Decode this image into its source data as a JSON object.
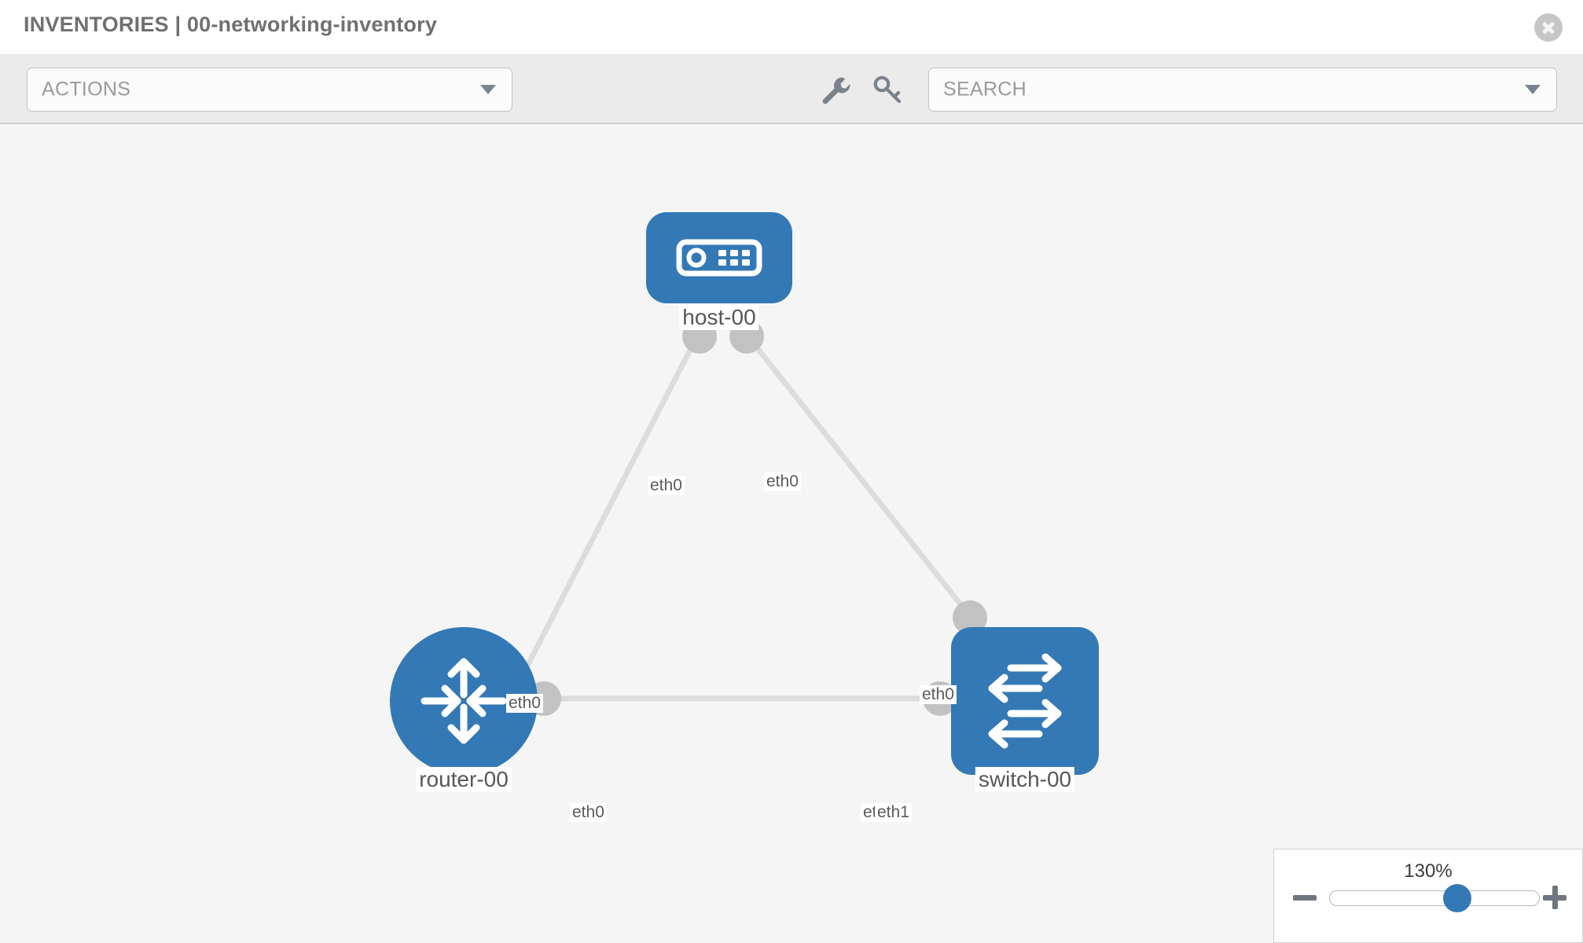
{
  "header": {
    "title": "INVENTORIES | 00-networking-inventory",
    "close_icon": "close-circle-icon"
  },
  "toolbar": {
    "actions": {
      "value": "ACTIONS",
      "caret_icon": "chevron-down-icon"
    },
    "search": {
      "placeholder": "SEARCH",
      "value": "SEARCH",
      "caret_icon": "chevron-down-icon"
    },
    "tools": [
      {
        "name": "wrench-icon",
        "title": "wrench"
      },
      {
        "name": "key-icon",
        "title": "key"
      }
    ]
  },
  "topology": {
    "node_color": "#3379b5",
    "port_color": "#c2c2c2",
    "link_color": "#dcdcdc",
    "nodes": [
      {
        "id": "host-00",
        "label": "host-00",
        "icon": "server-icon",
        "shape": "rounded-rect"
      },
      {
        "id": "router-00",
        "label": "router-00",
        "icon": "router-icon",
        "shape": "circle"
      },
      {
        "id": "switch-00",
        "label": "switch-00",
        "icon": "switch-icon",
        "shape": "rounded-rect"
      }
    ],
    "port_labels": {
      "host_left": "eth0",
      "host_right": "eth0",
      "router_up": "eth0",
      "switch_up": "eth0",
      "router_right": "eth0",
      "switch_left_behind": "eth",
      "switch_left": "eth1"
    }
  },
  "zoom_control": {
    "percent": "130%",
    "minus_icon": "minus-icon",
    "plus_icon": "plus-icon",
    "slider_position_pct": 62
  }
}
